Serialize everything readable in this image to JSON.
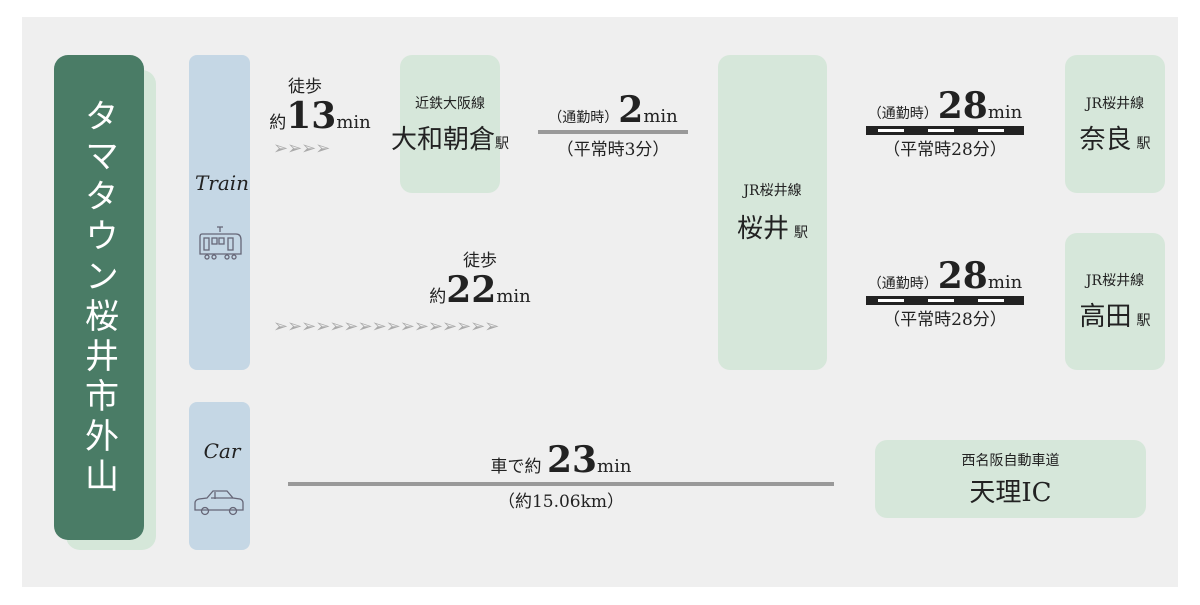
{
  "origin": "タマタウン桜井市外山",
  "modes": {
    "train": "Train",
    "car": "Car"
  },
  "walk1": {
    "prefix": "徒歩",
    "approx": "約",
    "num": "13",
    "unit": "min",
    "arrows": "➢➢➢➢"
  },
  "station1": {
    "line": "近鉄大阪線",
    "name": "大和朝倉",
    "suffix": "駅"
  },
  "leg1": {
    "rush": "（通勤時）",
    "num": "2",
    "unit": "min",
    "normal": "（平常時3分）"
  },
  "walk2": {
    "prefix": "徒歩",
    "approx": "約",
    "num": "22",
    "unit": "min",
    "arrows": "➢➢➢➢➢➢➢➢➢➢➢➢➢➢➢➢"
  },
  "station2": {
    "line": "JR桜井線",
    "name": "桜井",
    "suffix": "駅"
  },
  "leg2": {
    "rush": "（通勤時）",
    "num": "28",
    "unit": "min",
    "normal": "（平常時28分）"
  },
  "station3": {
    "line": "JR桜井線",
    "name": "奈良",
    "suffix": "駅"
  },
  "leg3": {
    "rush": "（通勤時）",
    "num": "28",
    "unit": "min",
    "normal": "（平常時28分）"
  },
  "station4": {
    "line": "JR桜井線",
    "name": "高田",
    "suffix": "駅"
  },
  "car": {
    "prefix": "車で約",
    "num": "23",
    "unit": "min",
    "distance": "（約15.06km）"
  },
  "ic": {
    "road": "西名阪自動車道",
    "name": "天理IC"
  }
}
